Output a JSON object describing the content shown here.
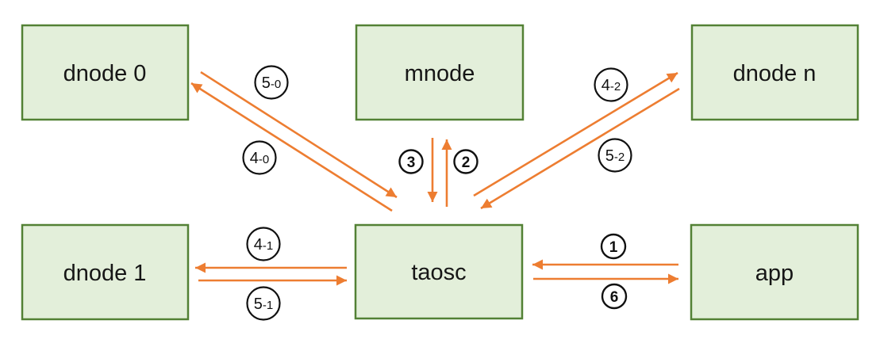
{
  "diagram": {
    "description": "Architecture flow diagram with six nodes and numbered request/response arrows",
    "colors": {
      "background": "#ffffff",
      "node_fill": "#e3efda",
      "node_border": "#538135",
      "arrow": "#ed7d31",
      "label_circle": "#111111",
      "text": "#161616"
    },
    "nodes": [
      {
        "id": "dnode-0",
        "label": "dnode 0"
      },
      {
        "id": "mnode",
        "label": "mnode"
      },
      {
        "id": "dnode-n",
        "label": "dnode n"
      },
      {
        "id": "dnode-1",
        "label": "dnode 1"
      },
      {
        "id": "taosc",
        "label": "taosc"
      },
      {
        "id": "app",
        "label": "app"
      }
    ],
    "edges": [
      {
        "id": "5-0",
        "label_main": "5",
        "label_sub": "-0",
        "from": "dnode 0",
        "to": "taosc"
      },
      {
        "id": "4-0",
        "label_main": "4",
        "label_sub": "-0",
        "from": "taosc",
        "to": "dnode 0"
      },
      {
        "id": "3",
        "label_main": "3",
        "label_sub": "",
        "from": "mnode",
        "to": "taosc"
      },
      {
        "id": "2",
        "label_main": "2",
        "label_sub": "",
        "from": "taosc",
        "to": "mnode"
      },
      {
        "id": "4-2",
        "label_main": "4",
        "label_sub": "-2",
        "from": "taosc",
        "to": "dnode n"
      },
      {
        "id": "5-2",
        "label_main": "5",
        "label_sub": "-2",
        "from": "dnode n",
        "to": "taosc"
      },
      {
        "id": "4-1",
        "label_main": "4",
        "label_sub": "-1",
        "from": "taosc",
        "to": "dnode 1"
      },
      {
        "id": "5-1",
        "label_main": "5",
        "label_sub": "-1",
        "from": "dnode 1",
        "to": "taosc"
      },
      {
        "id": "1",
        "label_main": "1",
        "label_sub": "",
        "from": "app",
        "to": "taosc"
      },
      {
        "id": "6",
        "label_main": "6",
        "label_sub": "",
        "from": "taosc",
        "to": "app"
      }
    ]
  }
}
